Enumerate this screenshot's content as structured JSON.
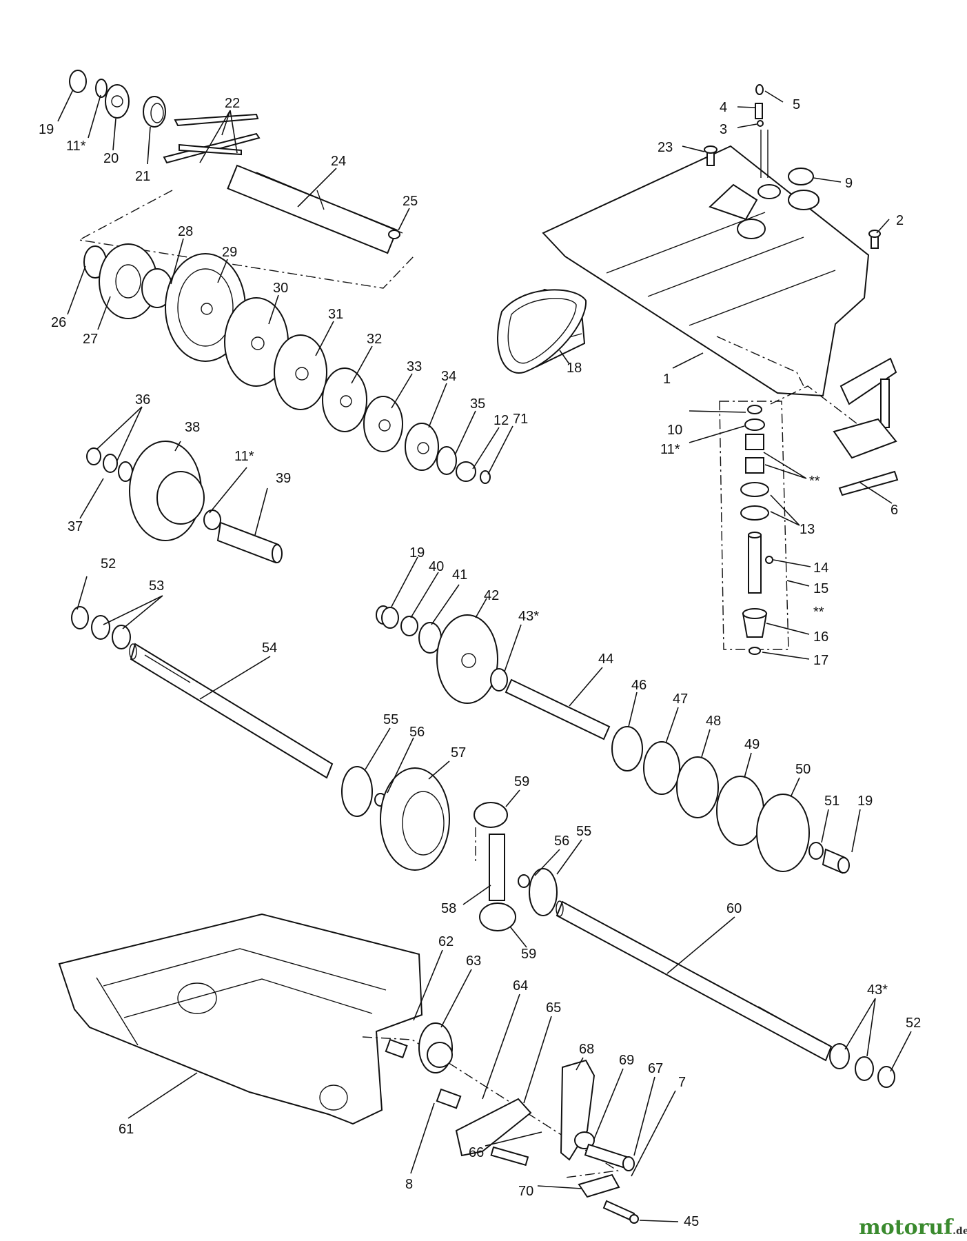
{
  "diagram": {
    "labels": [
      {
        "id": "19a",
        "text": "19"
      },
      {
        "id": "11a",
        "text": "11*"
      },
      {
        "id": "20",
        "text": "20"
      },
      {
        "id": "21",
        "text": "21"
      },
      {
        "id": "22",
        "text": "22"
      },
      {
        "id": "24",
        "text": "24"
      },
      {
        "id": "25",
        "text": "25"
      },
      {
        "id": "26",
        "text": "26"
      },
      {
        "id": "27",
        "text": "27"
      },
      {
        "id": "28",
        "text": "28"
      },
      {
        "id": "29",
        "text": "29"
      },
      {
        "id": "30",
        "text": "30"
      },
      {
        "id": "31",
        "text": "31"
      },
      {
        "id": "32",
        "text": "32"
      },
      {
        "id": "33",
        "text": "33"
      },
      {
        "id": "34",
        "text": "34"
      },
      {
        "id": "35",
        "text": "35"
      },
      {
        "id": "12",
        "text": "12"
      },
      {
        "id": "71",
        "text": "71"
      },
      {
        "id": "36",
        "text": "36"
      },
      {
        "id": "38",
        "text": "38"
      },
      {
        "id": "37",
        "text": "37"
      },
      {
        "id": "11b",
        "text": "11*"
      },
      {
        "id": "39",
        "text": "39"
      },
      {
        "id": "5",
        "text": "5"
      },
      {
        "id": "4",
        "text": "4"
      },
      {
        "id": "3",
        "text": "3"
      },
      {
        "id": "23",
        "text": "23"
      },
      {
        "id": "9",
        "text": "9"
      },
      {
        "id": "2",
        "text": "2"
      },
      {
        "id": "18",
        "text": "18"
      },
      {
        "id": "1",
        "text": "1"
      },
      {
        "id": "10",
        "text": "10"
      },
      {
        "id": "11c",
        "text": "11*"
      },
      {
        "id": "star1",
        "text": "**"
      },
      {
        "id": "6",
        "text": "6"
      },
      {
        "id": "13",
        "text": "13"
      },
      {
        "id": "14",
        "text": "14"
      },
      {
        "id": "15",
        "text": "15"
      },
      {
        "id": "star2",
        "text": "**"
      },
      {
        "id": "16",
        "text": "16"
      },
      {
        "id": "17",
        "text": "17"
      },
      {
        "id": "52a",
        "text": "52"
      },
      {
        "id": "53",
        "text": "53"
      },
      {
        "id": "54",
        "text": "54"
      },
      {
        "id": "19b",
        "text": "19"
      },
      {
        "id": "40",
        "text": "40"
      },
      {
        "id": "41",
        "text": "41"
      },
      {
        "id": "42",
        "text": "42"
      },
      {
        "id": "43a",
        "text": "43*"
      },
      {
        "id": "44",
        "text": "44"
      },
      {
        "id": "55a",
        "text": "55"
      },
      {
        "id": "56a",
        "text": "56"
      },
      {
        "id": "57",
        "text": "57"
      },
      {
        "id": "46",
        "text": "46"
      },
      {
        "id": "47",
        "text": "47"
      },
      {
        "id": "48",
        "text": "48"
      },
      {
        "id": "49",
        "text": "49"
      },
      {
        "id": "50",
        "text": "50"
      },
      {
        "id": "51",
        "text": "51"
      },
      {
        "id": "19c",
        "text": "19"
      },
      {
        "id": "59a",
        "text": "59"
      },
      {
        "id": "56b",
        "text": "56"
      },
      {
        "id": "55b",
        "text": "55"
      },
      {
        "id": "58",
        "text": "58"
      },
      {
        "id": "59b",
        "text": "59"
      },
      {
        "id": "60",
        "text": "60"
      },
      {
        "id": "62",
        "text": "62"
      },
      {
        "id": "63",
        "text": "63"
      },
      {
        "id": "64",
        "text": "64"
      },
      {
        "id": "65",
        "text": "65"
      },
      {
        "id": "68",
        "text": "68"
      },
      {
        "id": "69",
        "text": "69"
      },
      {
        "id": "67",
        "text": "67"
      },
      {
        "id": "7",
        "text": "7"
      },
      {
        "id": "43b",
        "text": "43*"
      },
      {
        "id": "52b",
        "text": "52"
      },
      {
        "id": "61",
        "text": "61"
      },
      {
        "id": "8",
        "text": "8"
      },
      {
        "id": "66",
        "text": "66"
      },
      {
        "id": "70",
        "text": "70"
      },
      {
        "id": "45",
        "text": "45"
      }
    ]
  },
  "watermark": {
    "text": "motoruf",
    "suffix": ".de",
    "colors": {
      "moto": "#3a8a2e",
      "ruf": "#c99b12"
    }
  }
}
